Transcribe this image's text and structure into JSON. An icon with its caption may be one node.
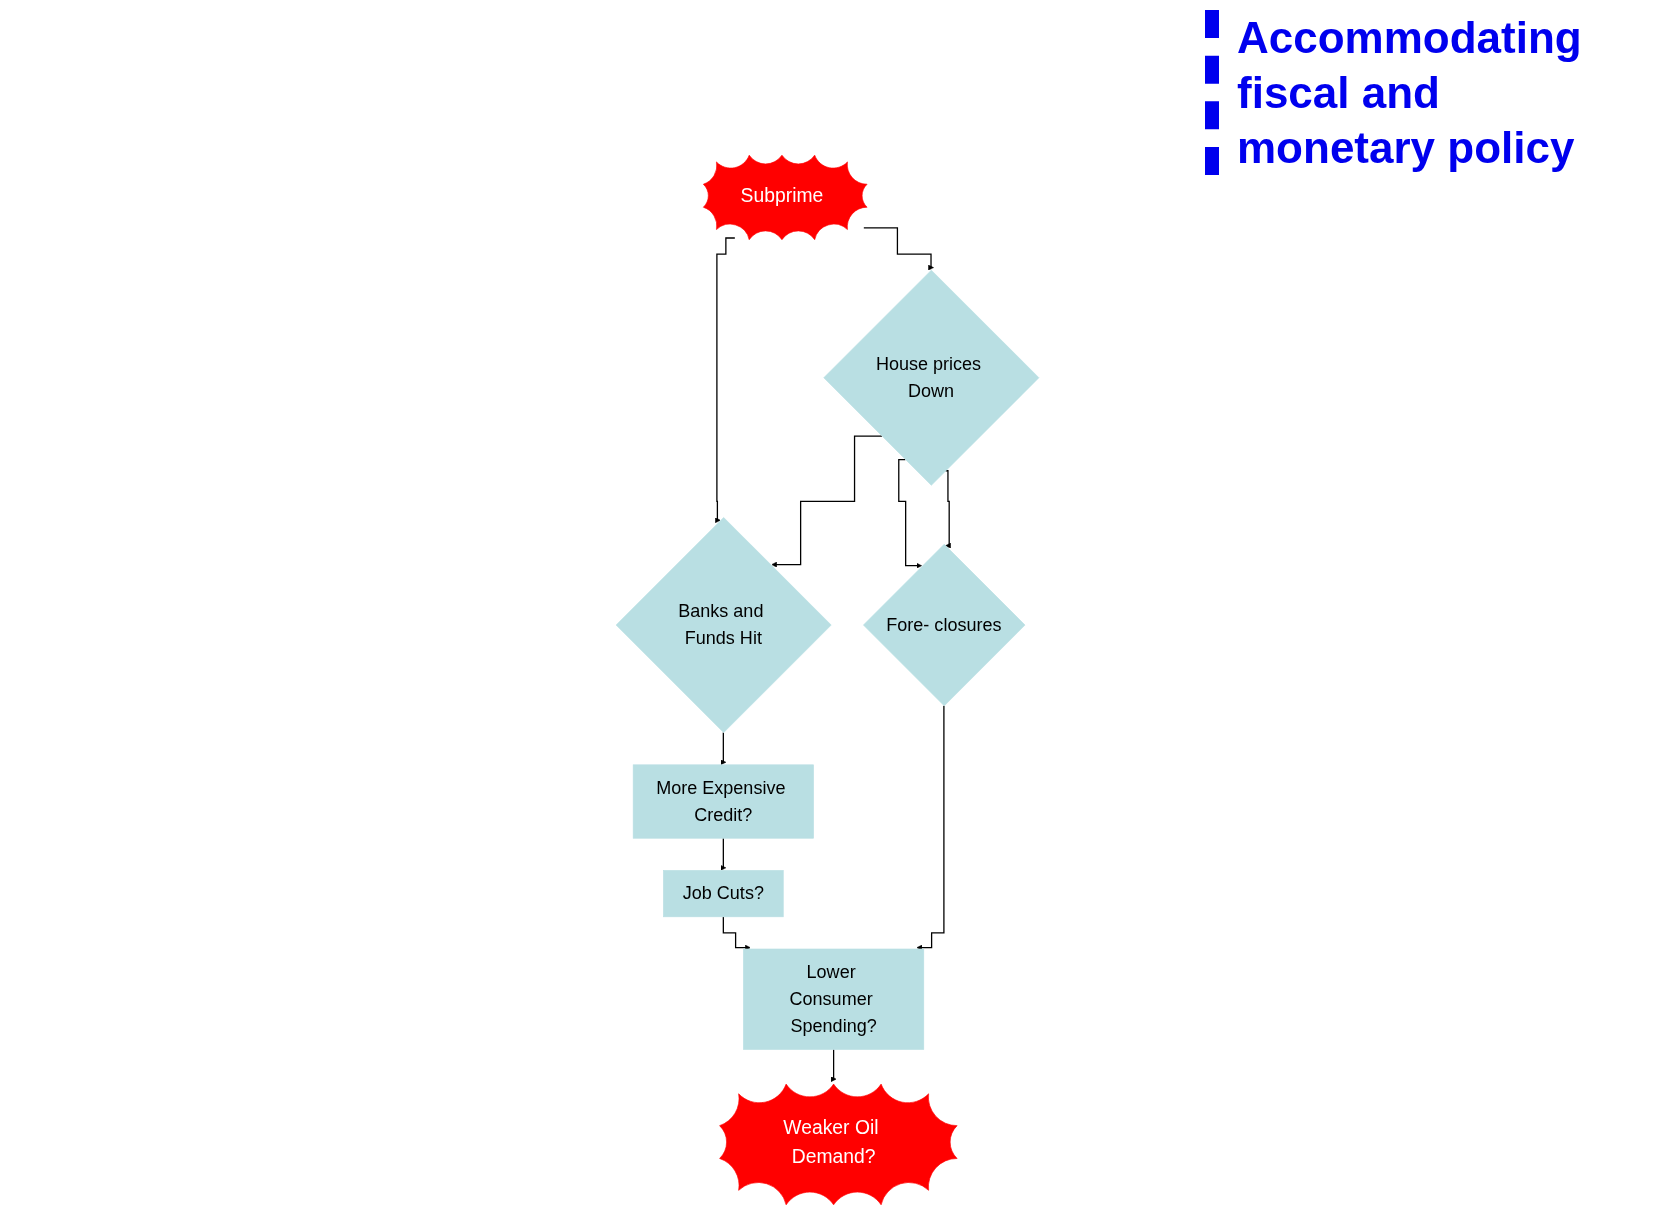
{
  "diagram": {
    "nodes": [
      {
        "text": [
          "Subprime"
        ]
      },
      {
        "text": [
          "Banks and Funds Hit"
        ]
      },
      {
        "text": [
          "House prices Down"
        ]
      },
      {
        "text": [
          "More Expensive Credit?"
        ]
      },
      {
        "text": [
          "Job Cuts?"
        ]
      },
      {
        "text": [
          "Fore- closures"
        ]
      },
      {
        "text": [
          "Lower Consumer Spending?"
        ]
      },
      {
        "text": [
          "Weaker Oil Demand?"
        ]
      }
    ],
    "edges": [
      {
        "from": 0,
        "to": 1,
        "arrow": "to"
      },
      {
        "from": 0,
        "to": 2,
        "arrow": "to"
      },
      {
        "from": 2,
        "to": 1,
        "arrow": "to"
      },
      {
        "from": 2,
        "to": 5,
        "arrow": "to"
      },
      {
        "from": 2,
        "to": 5,
        "arrow": "to"
      },
      {
        "from": 1,
        "to": 3,
        "arrow": "to"
      },
      {
        "from": 3,
        "to": 4,
        "arrow": "to"
      },
      {
        "from": 4,
        "to": 6,
        "arrow": "to"
      },
      {
        "from": 5,
        "to": 6,
        "arrow": "to"
      },
      {
        "from": 6,
        "to": 7,
        "arrow": "to"
      }
    ],
    "labels": [
      "Accommodating fiscal and monetary policy"
    ]
  }
}
